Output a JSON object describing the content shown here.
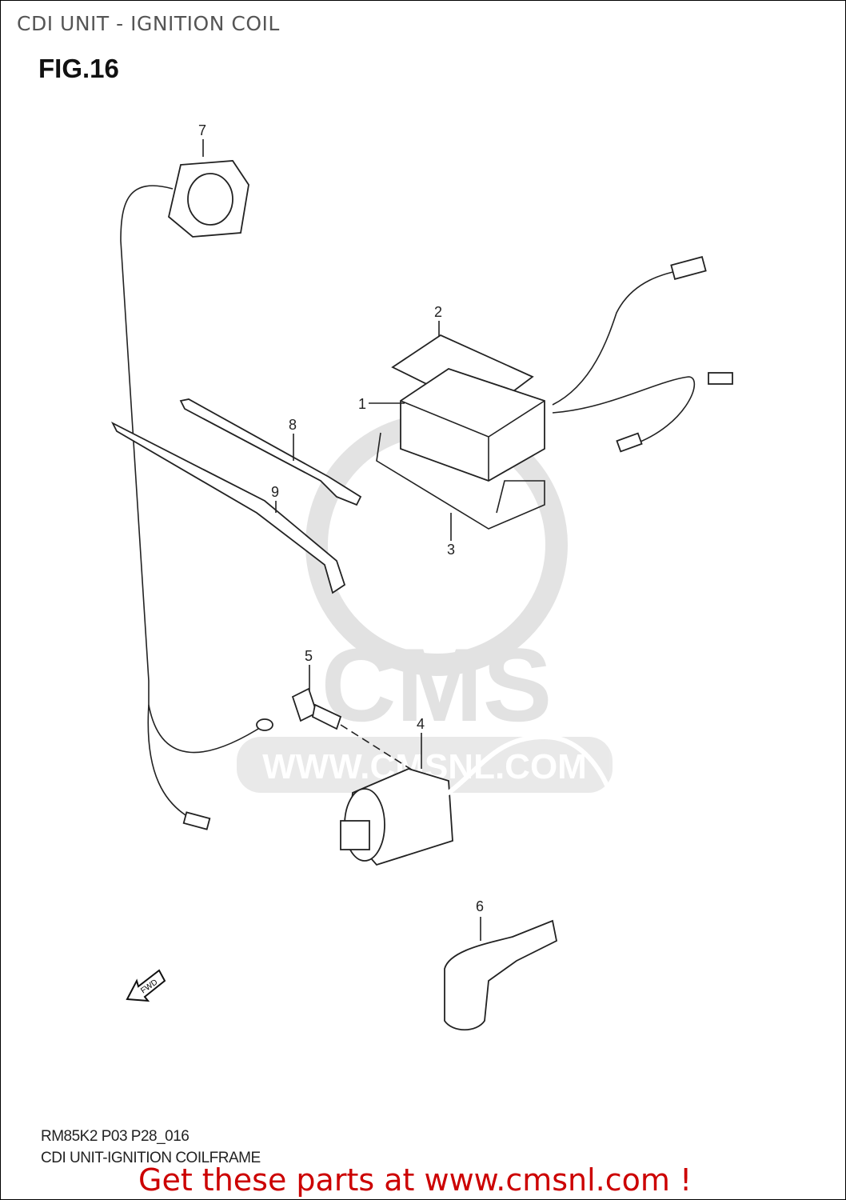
{
  "header": {
    "title": "CDI UNIT - IGNITION COIL",
    "figure": "FIG.16"
  },
  "diagram": {
    "callouts": [
      "1",
      "2",
      "3",
      "4",
      "5",
      "6",
      "7",
      "8",
      "9"
    ],
    "direction_label": "FWD",
    "watermark": {
      "brand": "CMS",
      "url": "WWW.CMSNL.COM"
    }
  },
  "footer": {
    "code": "RM85K2 P03 P28_016",
    "frame": "CDI UNIT-IGNITION COILFRAME",
    "promo": "Get these parts at www.cmsnl.com !",
    "promo_color": "#cc0000"
  }
}
